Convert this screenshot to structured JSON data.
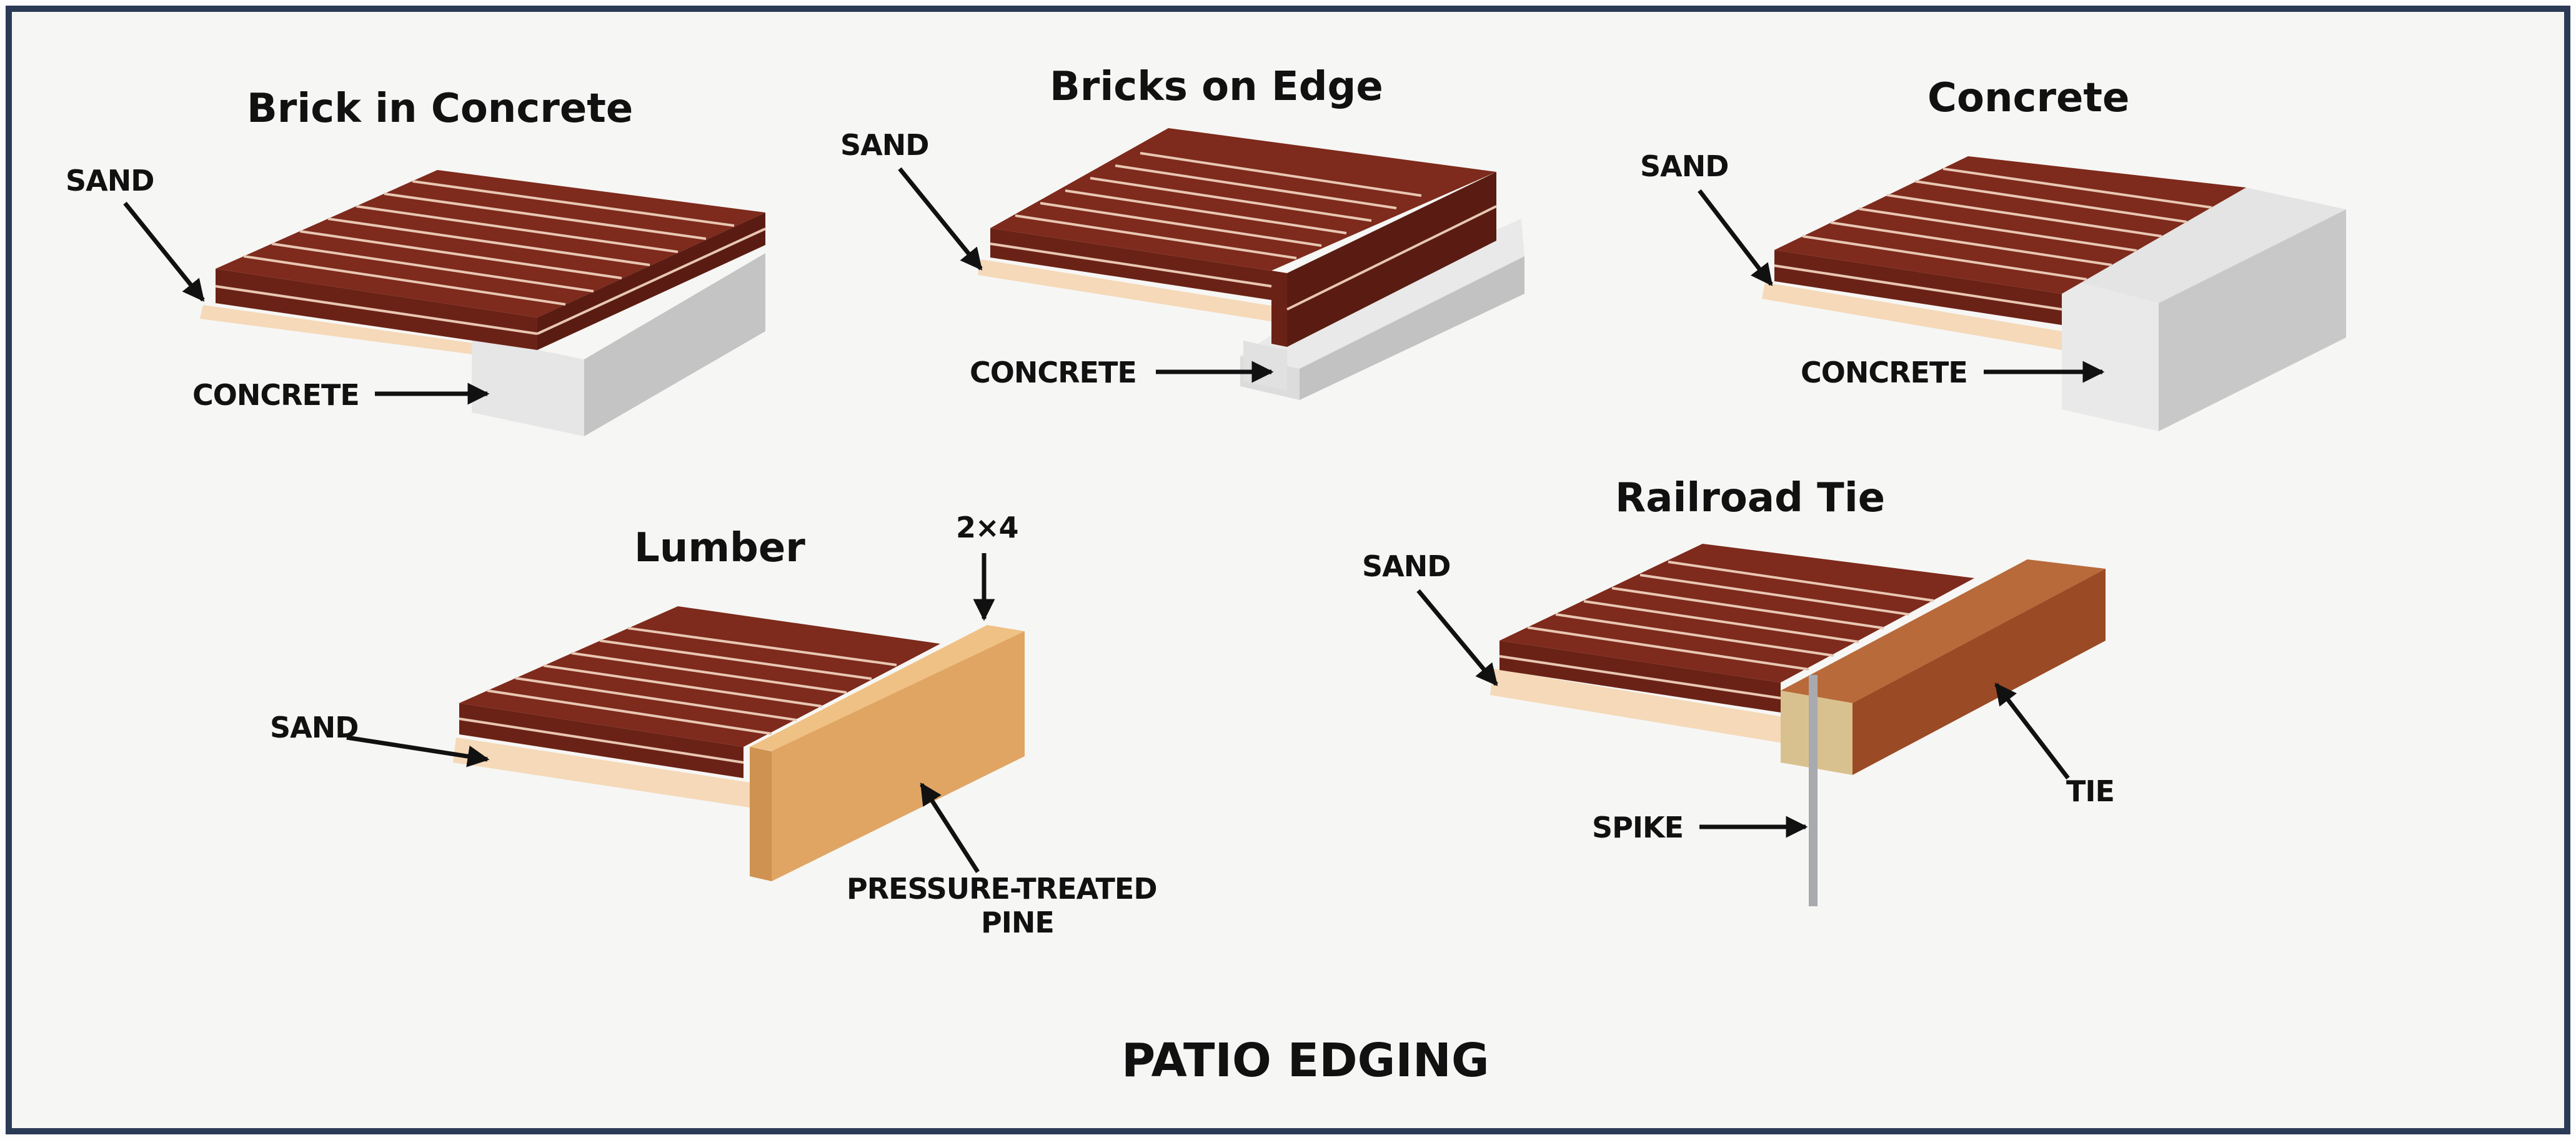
{
  "caption": "PATIO EDGING",
  "panels": {
    "brick_in_concrete": {
      "title": "Brick in Concrete",
      "sand_label": "SAND",
      "concrete_label": "CONCRETE"
    },
    "bricks_on_edge": {
      "title": "Bricks on Edge",
      "sand_label": "SAND",
      "concrete_label": "CONCRETE"
    },
    "concrete": {
      "title": "Concrete",
      "sand_label": "SAND",
      "concrete_label": "CONCRETE"
    },
    "lumber": {
      "title": "Lumber",
      "sand_label": "SAND",
      "size_label": "2×4",
      "pine_label_line1": "PRESSURE-TREATED",
      "pine_label_line2": "PINE"
    },
    "railroad_tie": {
      "title": "Railroad Tie",
      "sand_label": "SAND",
      "spike_label": "SPIKE",
      "tie_label": "TIE"
    }
  },
  "colors": {
    "background": "#f6f6f4",
    "frame": "#2b3a55",
    "brick_top": "#7e2a1c",
    "brick_front": "#6b2216",
    "mortar": "#e8c7b3",
    "sand": "#f5d9b8",
    "concrete_light": "#ededed",
    "concrete_mid": "#cfcfcf",
    "concrete_dark": "#b5b5b5",
    "lumber_face": "#e0a563",
    "lumber_top": "#f0c184",
    "tie_front": "#9a4a24",
    "tie_top": "#b86a3a",
    "tie_end": "#d9c18f",
    "spike": "#a8aab0"
  }
}
